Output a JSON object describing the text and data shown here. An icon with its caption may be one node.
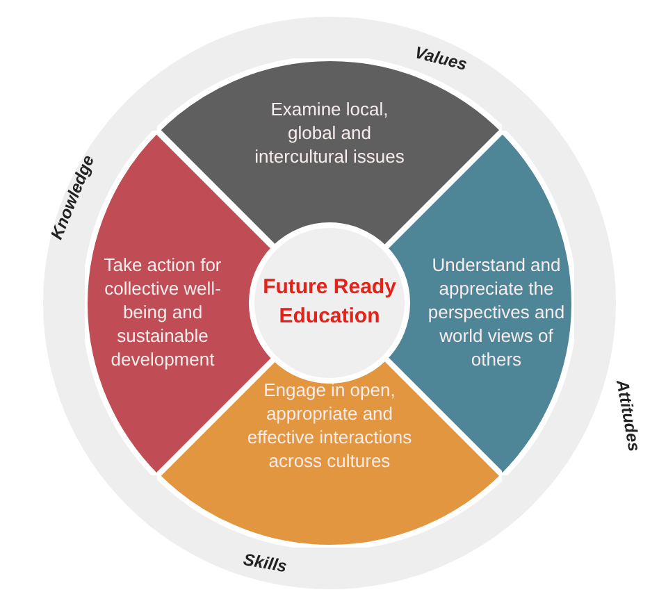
{
  "diagram": {
    "nodes": [
      {
        "text": [
          "Examine local, global and intercultural issues"
        ]
      },
      {
        "text": [
          "Take action for collective well-being and sustainable development"
        ]
      },
      {
        "text": [
          "Future Ready Education"
        ]
      },
      {
        "text": [
          "Understand and appreciate the perspectives and world views of others"
        ]
      },
      {
        "text": [
          "Engage in open, appropriate and effective interactions across cultures"
        ]
      }
    ],
    "labels": [
      "Values",
      "Knowledge",
      "Attitudes",
      "Skills"
    ]
  }
}
